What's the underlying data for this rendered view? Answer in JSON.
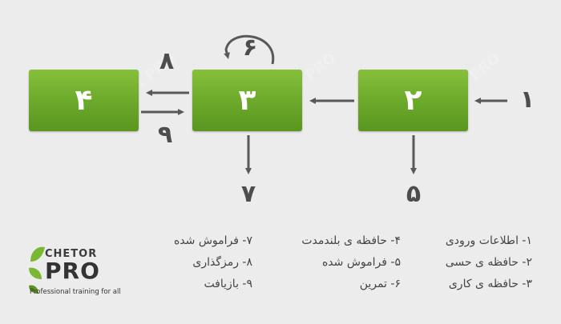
{
  "colors": {
    "box": "#6aa82a",
    "arrow": "#595959",
    "text": "#444444",
    "logo_green": "#7ab833"
  },
  "boxes": {
    "b4": "۴",
    "b3": "۳",
    "b2": "۲"
  },
  "arrow_numbers": {
    "n1": "۱",
    "n5": "۵",
    "n6": "۶",
    "n7": "۷",
    "n8": "۸",
    "n9": "۹"
  },
  "legend": {
    "col1": [
      "۱- اطلاعات ورودی",
      "۲- حافظه ی حسی",
      "۳- حافظه ی کاری"
    ],
    "col2": [
      "۴- حافظه ی بلندمدت",
      "۵- فراموش شده",
      "۶- تمرین"
    ],
    "col3": [
      "۷- فراموش شده",
      "۸- رمزگذاری",
      "۹- بازیافت"
    ]
  },
  "logo": {
    "top": "CHETOR",
    "main": "PRO",
    "tagline": "Professional training for all",
    "watermark": "CHETOR PRO"
  }
}
